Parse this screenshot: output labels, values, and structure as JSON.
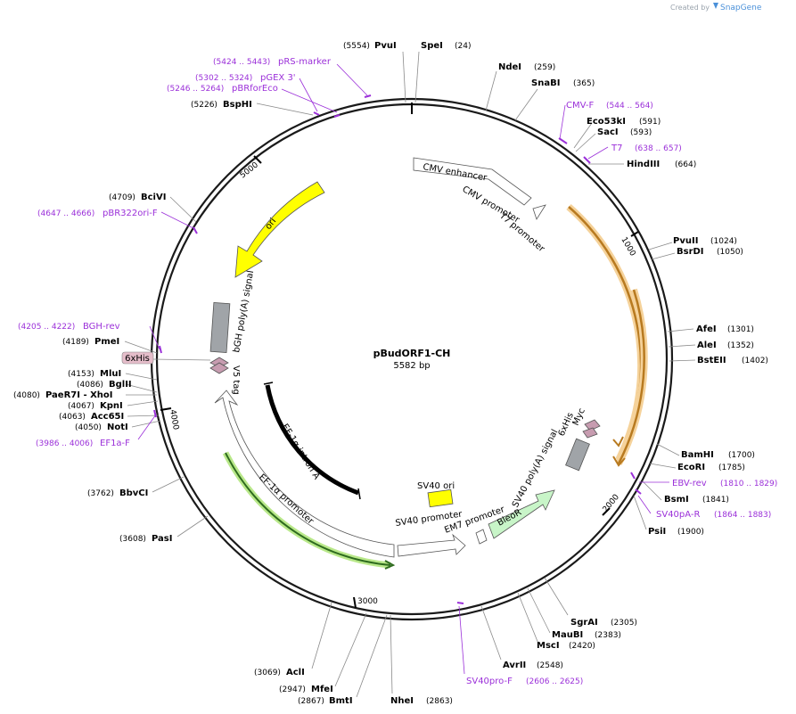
{
  "header": {
    "created_by": "Created by",
    "brand": "SnapGene"
  },
  "plasmid": {
    "name": "pBudORF1-CH",
    "size": "5582 bp"
  },
  "ticks": [
    "1000",
    "2000",
    "3000",
    "4000",
    "5000"
  ],
  "enzymes": [
    {
      "name": "PvuI",
      "pos": "(5554)"
    },
    {
      "name": "SpeI",
      "pos": "(24)"
    },
    {
      "name": "NdeI",
      "pos": "(259)"
    },
    {
      "name": "SnaBI",
      "pos": "(365)"
    },
    {
      "name": "Eco53kI",
      "pos": "(591)"
    },
    {
      "name": "SacI",
      "pos": "(593)"
    },
    {
      "name": "HindIII",
      "pos": "(664)"
    },
    {
      "name": "PvuII",
      "pos": "(1024)"
    },
    {
      "name": "BsrDI",
      "pos": "(1050)"
    },
    {
      "name": "AfeI",
      "pos": "(1301)"
    },
    {
      "name": "AleI",
      "pos": "(1352)"
    },
    {
      "name": "BstEII",
      "pos": "(1402)"
    },
    {
      "name": "BamHI",
      "pos": "(1700)"
    },
    {
      "name": "EcoRI",
      "pos": "(1785)"
    },
    {
      "name": "BsmI",
      "pos": "(1841)"
    },
    {
      "name": "PsiI",
      "pos": "(1900)"
    },
    {
      "name": "SgrAI",
      "pos": "(2305)"
    },
    {
      "name": "MauBI",
      "pos": "(2383)"
    },
    {
      "name": "MscI",
      "pos": "(2420)"
    },
    {
      "name": "AvrII",
      "pos": "(2548)"
    },
    {
      "name": "NheI",
      "pos": "(2863)"
    },
    {
      "name": "BmtI",
      "pos": "(2867)"
    },
    {
      "name": "MfeI",
      "pos": "(2947)"
    },
    {
      "name": "AclI",
      "pos": "(3069)"
    },
    {
      "name": "PasI",
      "pos": "(3608)"
    },
    {
      "name": "BbvCI",
      "pos": "(3762)"
    },
    {
      "name": "NotI",
      "pos": "(4050)"
    },
    {
      "name": "Acc65I",
      "pos": "(4063)"
    },
    {
      "name": "KpnI",
      "pos": "(4067)"
    },
    {
      "name": "PaeR7I - XhoI",
      "pos": "(4080)"
    },
    {
      "name": "BglII",
      "pos": "(4086)"
    },
    {
      "name": "MluI",
      "pos": "(4153)"
    },
    {
      "name": "PmeI",
      "pos": "(4189)"
    },
    {
      "name": "BciVI",
      "pos": "(4709)"
    },
    {
      "name": "BspHI",
      "pos": "(5226)"
    }
  ],
  "primers": [
    {
      "name": "CMV-F",
      "pos": "(544 .. 564)"
    },
    {
      "name": "T7",
      "pos": "(638 .. 657)"
    },
    {
      "name": "EBV-rev",
      "pos": "(1810 .. 1829)"
    },
    {
      "name": "SV40pA-R",
      "pos": "(1864 .. 1883)"
    },
    {
      "name": "SV40pro-F",
      "pos": "(2606 .. 2625)"
    },
    {
      "name": "EF1a-F",
      "pos": "(3986 .. 4006)"
    },
    {
      "name": "BGH-rev",
      "pos": "(4205 .. 4222)"
    },
    {
      "name": "pBR322ori-F",
      "pos": "(4647 .. 4666)"
    },
    {
      "name": "pBRforEco",
      "pos": "(5246 .. 5264)"
    },
    {
      "name": "pGEX 3'",
      "pos": "(5302 .. 5324)"
    },
    {
      "name": "pRS-marker",
      "pos": "(5424 .. 5443)"
    }
  ],
  "features": {
    "cmv_enhancer": "CMV enhancer",
    "cmv_promoter": "CMV promoter",
    "t7_promoter": "T7 promoter",
    "bgh_polya": "bGH poly(A) signal",
    "v5_tag": "V5 tag",
    "sixhis_left": "6xHis",
    "sixhis_right": "6xHis",
    "myc": "Myc",
    "sv40_polya": "SV40 poly(A) signal",
    "bleor": "BleoR",
    "em7_promoter": "EM7 promoter",
    "sv40_promoter": "SV40 promoter",
    "sv40_ori": "SV40 ori",
    "ef1a_promoter": "EF-1α promoter",
    "ef1a_intron": "EF-1α intron A",
    "ori": "ori"
  },
  "colors": {
    "backbone": "#1a1a1a",
    "ori": "#ffff00",
    "bleor": "#c8f5c8",
    "orange_feature": "#f5a742",
    "green_highlight": "#b9e88a",
    "grey_feature": "#a0a4a8",
    "pink_tag": "#c79cb0",
    "primer": "#9b30d9",
    "snapgene_blue": "#4a90d9"
  }
}
